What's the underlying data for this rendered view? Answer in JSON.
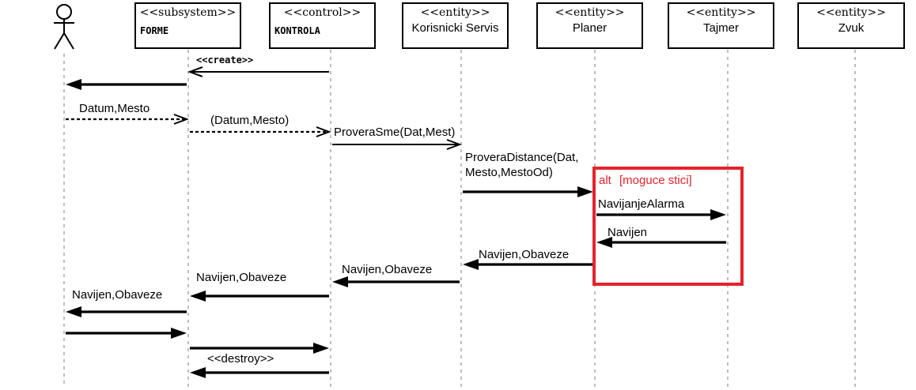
{
  "participants": [
    {
      "id": "actor",
      "type": "actor",
      "name": "",
      "stereotype": ""
    },
    {
      "id": "forme",
      "type": "box",
      "stereotype": "<<subsystem>>",
      "name": "FORME"
    },
    {
      "id": "kontrola",
      "type": "box",
      "stereotype": "<<control>>",
      "name": "KONTROLA"
    },
    {
      "id": "korisnicki",
      "type": "box",
      "stereotype": "<<entity>>",
      "name": "Korisnicki Servis"
    },
    {
      "id": "planer",
      "type": "box",
      "stereotype": "<<entity>>",
      "name": "Planer"
    },
    {
      "id": "tajmer",
      "type": "box",
      "stereotype": "<<entity>>",
      "name": "Tajmer"
    },
    {
      "id": "zvuk",
      "type": "box",
      "stereotype": "<<entity>>",
      "name": "Zvuk"
    }
  ],
  "messages": [
    {
      "from": "kontrola",
      "to": "forme",
      "label": "<<create>>",
      "style": "thin"
    },
    {
      "from": "forme",
      "to": "actor",
      "label": "",
      "style": "solid"
    },
    {
      "from": "actor",
      "to": "forme",
      "label": "Datum,Mesto",
      "style": "dashed"
    },
    {
      "from": "forme",
      "to": "kontrola",
      "label": "(Datum,Mesto)",
      "style": "dashed"
    },
    {
      "from": "kontrola",
      "to": "korisnicki",
      "label": "ProveraSme(Dat,Mest)",
      "style": "thin"
    },
    {
      "from": "korisnicki",
      "to": "planer",
      "label": [
        "ProveraDistance(Dat,",
        "Mesto,MestoOd)"
      ],
      "style": "solid"
    },
    {
      "from": "planer",
      "to": "tajmer",
      "label": "NavijanjeAlarma",
      "style": "solid"
    },
    {
      "from": "tajmer",
      "to": "planer",
      "label": "Navijen",
      "style": "solid"
    },
    {
      "from": "planer",
      "to": "korisnicki",
      "label": "Navijen,Obaveze",
      "style": "solid"
    },
    {
      "from": "korisnicki",
      "to": "kontrola",
      "label": "Navijen,Obaveze",
      "style": "solid"
    },
    {
      "from": "kontrola",
      "to": "forme",
      "label": "Navijen,Obaveze",
      "style": "solid"
    },
    {
      "from": "forme",
      "to": "actor",
      "label": "Navijen,Obaveze",
      "style": "solid"
    },
    {
      "from": "actor",
      "to": "forme",
      "label": "",
      "style": "solid"
    },
    {
      "from": "forme",
      "to": "kontrola",
      "label": "",
      "style": "solid"
    },
    {
      "from": "kontrola",
      "to": "forme",
      "label": "<<destroy>>",
      "style": "solid"
    }
  ],
  "fragment": {
    "operator": "alt",
    "guard": "[moguce stici]",
    "color": "#e3242b"
  }
}
